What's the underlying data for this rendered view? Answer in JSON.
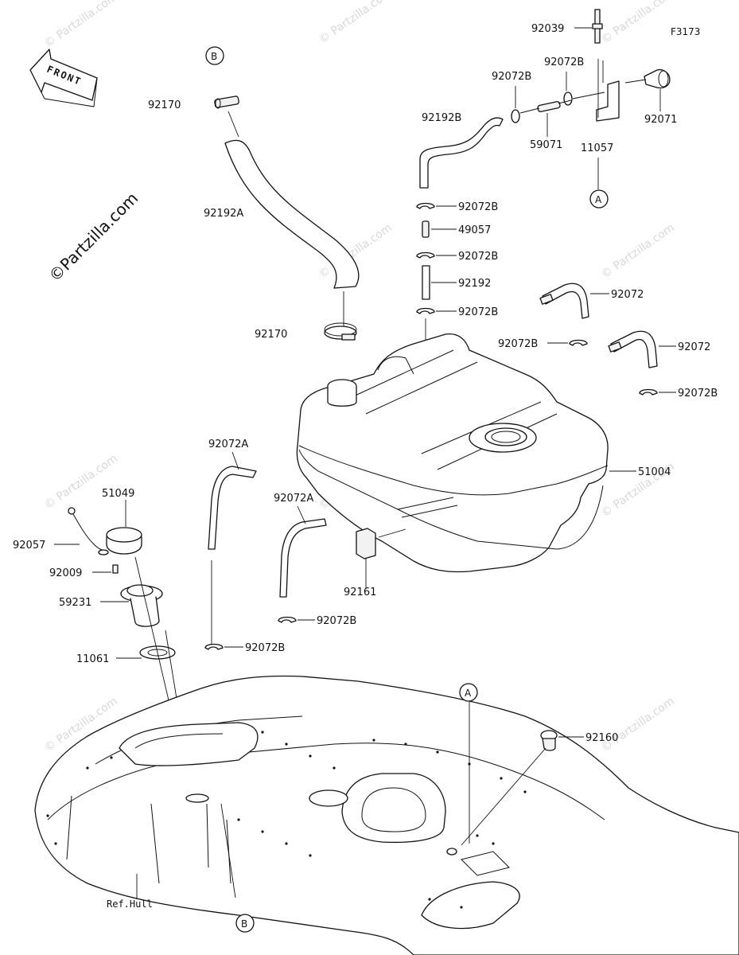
{
  "figure_code": "F3173",
  "front_label": "FRONT",
  "watermark_main": "©Partzilla.com",
  "watermark_repeat": "© Partzilla.com",
  "ref_hull_label": "Ref.Hull",
  "callouts": {
    "A": "A",
    "B": "B"
  },
  "parts": {
    "p92039": "92039",
    "p92072B_top_left": "92072B",
    "p92072B_top_right": "92072B",
    "p92071": "92071",
    "p59071": "59071",
    "p11057": "11057",
    "p92192B": "92192B",
    "p92170_top": "92170",
    "p92192A": "92192A",
    "p92072B_1": "92072B",
    "p49057": "49057",
    "p92072B_2": "92072B",
    "p92192": "92192",
    "p92072B_3": "92072B",
    "p92072_1": "92072",
    "p92170_mid": "92170",
    "p92072B_4": "92072B",
    "p92072_2": "92072",
    "p92072B_5": "92072B",
    "p92072A_1": "92072A",
    "p51004": "51004",
    "p51049": "51049",
    "p92072A_2": "92072A",
    "p92057": "92057",
    "p92009": "92009",
    "p92161": "92161",
    "p59231": "59231",
    "p92072B_6": "92072B",
    "p92072B_7": "92072B",
    "p11061": "11061",
    "p92160": "92160"
  }
}
